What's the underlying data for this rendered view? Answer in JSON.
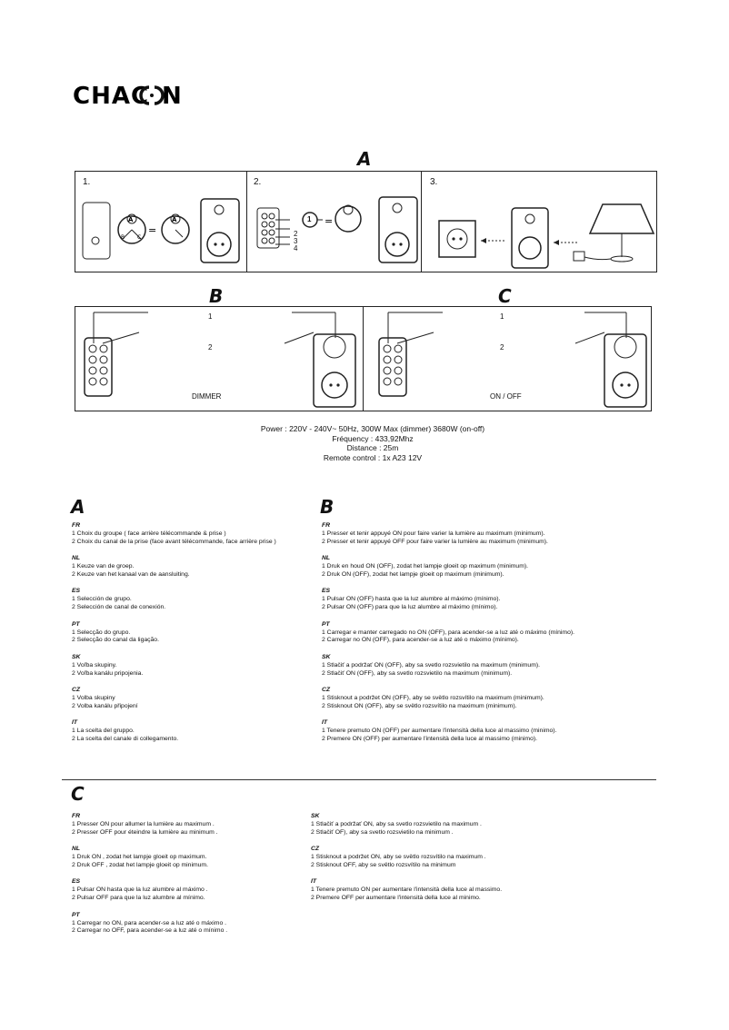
{
  "brand": {
    "logo_text": "CHACON"
  },
  "figures": {
    "label_A": "A",
    "label_B": "B",
    "label_C": "C",
    "panel_1": "1.",
    "panel_2": "2.",
    "panel_3": "3.",
    "channel_numbers": [
      "1",
      "2",
      "3",
      "4"
    ],
    "step_1": "1",
    "step_2": "2",
    "dimmer_label": "DIMMER",
    "onoff_label": "ON / OFF"
  },
  "specs": [
    "Power : 220V - 240V~ 50Hz, 300W Max (dimmer)  3680W (on-off)",
    "Fréquency : 433,92Mhz",
    "Distance : 25m",
    "Remote control : 1x A23  12V"
  ],
  "section_A": {
    "letter": "A",
    "groups": [
      {
        "lang": "FR",
        "lines": [
          "1 Choix du groupe ( face arrière télécommande & prise )",
          "2 Choix du canal de la prise (face avant télécommande, face arrière prise )"
        ]
      },
      {
        "lang": "NL",
        "lines": [
          "1 Keuze van de groep.",
          "2 Keuze van het kanaal van de aansluiting."
        ]
      },
      {
        "lang": "ES",
        "lines": [
          "1 Selección de grupo.",
          "2 Selección de canal de conexión."
        ]
      },
      {
        "lang": "PT",
        "lines": [
          "1 Selecção do grupo.",
          "2 Selecção do canal da ligação."
        ]
      },
      {
        "lang": "SK",
        "lines": [
          "1 Voľba skupiny.",
          "2 Voľba kanálu pripojenia."
        ]
      },
      {
        "lang": "CZ",
        "lines": [
          "1 Volba skupiny",
          "2 Volba kanálu připojení"
        ]
      },
      {
        "lang": "IT",
        "lines": [
          "1 La scelta del gruppo.",
          "2 La scelta del canale di collegamento."
        ]
      }
    ]
  },
  "section_B": {
    "letter": "B",
    "groups": [
      {
        "lang": "FR",
        "lines": [
          "1 Presser et tenir appuyé ON pour faire varier la lumière au maximum (minimum).",
          "2 Presser et tenir appuyé OFF pour faire varier la lumière au maximum (minimum)."
        ]
      },
      {
        "lang": "NL",
        "lines": [
          "1 Druk en houd ON (OFF), zodat het lampje gloeit op maximum (minimum).",
          "2 Druk ON (OFF), zodat het lampje gloeit op maximum (minimum)."
        ]
      },
      {
        "lang": "ES",
        "lines": [
          "1 Pulsar ON (OFF) hasta que la luz alumbre al máximo (mínimo).",
          "2 Pulsar ON (OFF) para que la luz alumbre al máximo (mínimo)."
        ]
      },
      {
        "lang": "PT",
        "lines": [
          "1 Carregar e manter carregado no ON (OFF), para acender-se a luz até o máximo (mínimo).",
          "2 Carregar no ON (OFF), para acender-se a luz até o máximo (mínimo)."
        ]
      },
      {
        "lang": "SK",
        "lines": [
          "1 Stlačiť a podržať ON (OFF), aby sa svetlo rozsvietilo na maximum (minimum).",
          "2 Stlačiť ON (OFF), aby sa svetlo rozsvietilo na maximum (minimum)."
        ]
      },
      {
        "lang": "CZ",
        "lines": [
          "1 Stisknout a podržet ON (OFF), aby se světlo rozsvítilo na maximum (minimum).",
          "2 Stisknout ON (OFF), aby se světlo rozsvítilo na maximum (minimum)."
        ]
      },
      {
        "lang": "IT",
        "lines": [
          "1 Tenere premuto ON (OFF) per aumentare l'intensità della luce al massimo (minimo).",
          "2 Premere ON (OFF) per aumentare l'intensità della luce al massimo (minimo)."
        ]
      }
    ]
  },
  "section_C": {
    "letter": "C",
    "left_groups": [
      {
        "lang": "FR",
        "lines": [
          "1 Presser ON pour allumer la lumière au maximum .",
          "2 Presser  OFF pour éteindre la lumière au minimum ."
        ]
      },
      {
        "lang": "NL",
        "lines": [
          "1 Druk  ON , zodat het lampje gloeit op maximum.",
          "2 Druk OFF , zodat het lampje gloeit op minimum."
        ]
      },
      {
        "lang": "ES",
        "lines": [
          "1 Pulsar ON  hasta que la luz alumbre al máximo .",
          "2 Pulsar OFF para que la luz alumbre al mínimo."
        ]
      },
      {
        "lang": "PT",
        "lines": [
          "1 Carregar  no ON, para acender-se a luz até o máximo .",
          "2 Carregar no OFF, para acender-se a luz até o mínimo ."
        ]
      }
    ],
    "right_groups": [
      {
        "lang": "SK",
        "lines": [
          "1 Stlačiť a podržať ON, aby sa svetlo rozsvietilo na maximum .",
          "2 Stlačiť OF), aby sa svetlo rozsvietilo na minimum ."
        ]
      },
      {
        "lang": "CZ",
        "lines": [
          "1 Stisknout a podržet ON, aby se světlo rozsvítilo na maximum .",
          "2 Stisknout OFF, aby se světlo rozsvítilo na minimum"
        ]
      },
      {
        "lang": "IT",
        "lines": [
          "1 Tenere premuto ON per aumentare l'intensità della luce al massimo.",
          "2 Premere OFF per aumentare l'intensità della luce al minimo."
        ]
      }
    ]
  }
}
